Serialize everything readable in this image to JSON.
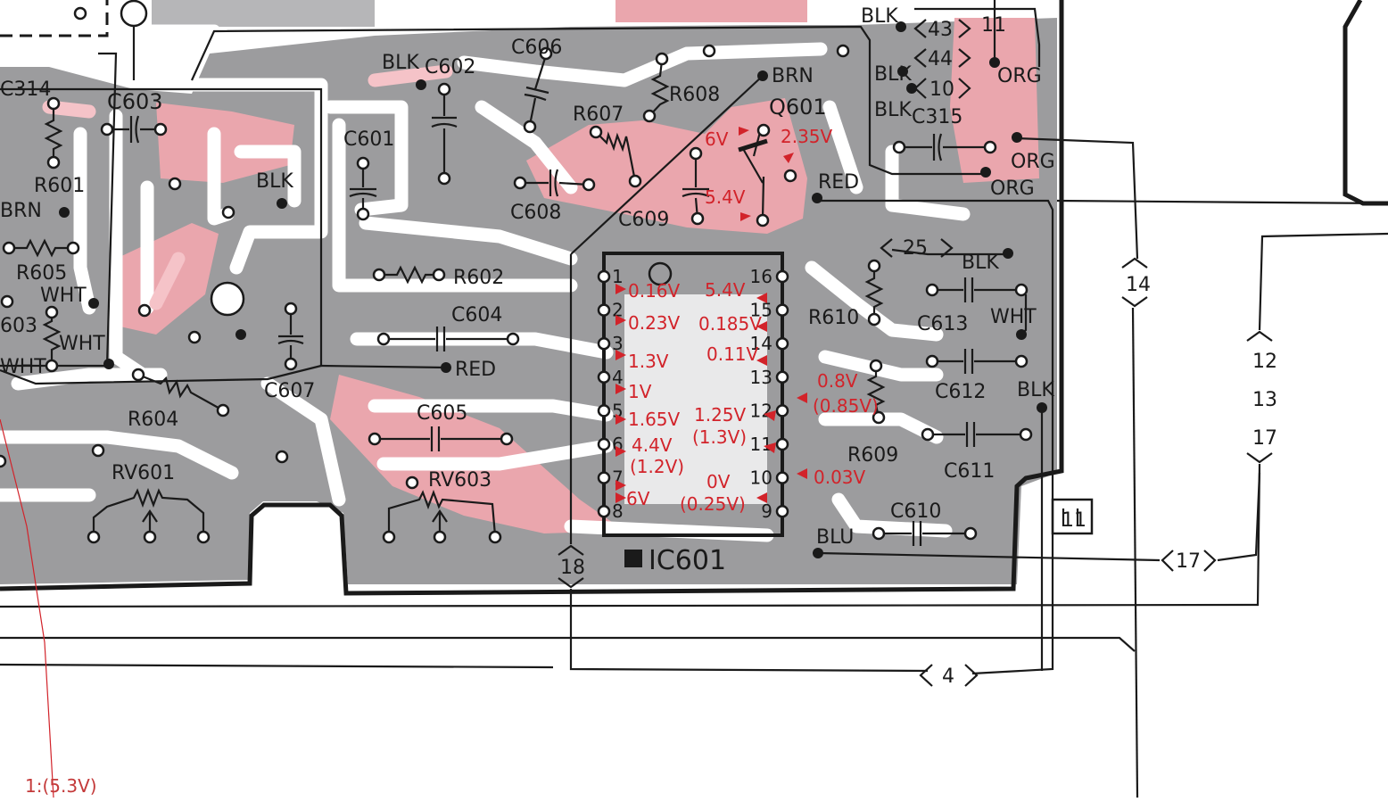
{
  "colors": {
    "gray_area": "#9c9c9e",
    "pink_area": "#eaa6ad",
    "trace_white": "#ffffff",
    "ink": "#1a1a1a",
    "voltage_red": "#d2232a",
    "background": "#ffffff"
  },
  "ic": {
    "name": "IC601",
    "pins_left": [
      "1",
      "2",
      "3",
      "4",
      "5",
      "6",
      "7",
      "8"
    ],
    "pins_right": [
      "16",
      "15",
      "14",
      "13",
      "12",
      "11",
      "10",
      "9"
    ]
  },
  "voltages": {
    "p1": "0.16V",
    "p2": "0.23V",
    "p3": "1.3V",
    "p4": "1V",
    "p5": "1.65V",
    "p6": "4.4V",
    "p7": "(1.2V)",
    "p8": "6V",
    "p16": "5.4V",
    "p15": "0.185V",
    "p14": "0.11V",
    "p12": "1.25V",
    "p11": "(1.3V)",
    "p9a": "0V",
    "p9b": "(0.25V)",
    "r609a": "0.8V",
    "r609b": "(0.85V)",
    "p10": "0.03V",
    "q601_b": "6V",
    "q601_c": "2.35V",
    "q601_e": "5.4V"
  },
  "components": {
    "c314": "C314",
    "c603": "C603",
    "r601": "R601",
    "r605": "R605",
    "wht1": "WHT",
    "wht2": "WHT",
    "wht3": "WHT",
    "brn1": "BRN",
    "c603b": "603",
    "r604": "R604",
    "rv601": "RV601",
    "c607": "C607",
    "blk1": "BLK",
    "blk2": "BLK",
    "c601": "C601",
    "c602": "C602",
    "c606": "C606",
    "r602": "R602",
    "c604": "C604",
    "red1": "RED",
    "c605": "C605",
    "rv603": "RV603",
    "c608": "C608",
    "r607": "R607",
    "r608": "R608",
    "c609": "C609",
    "q601": "Q601",
    "brn2": "BRN",
    "red2": "RED",
    "blk3": "BLK",
    "blk4": "BLK",
    "blk5": "BLK",
    "c315": "C315",
    "org1": "ORG",
    "org2": "ORG",
    "org3": "ORG",
    "r610": "R610",
    "c613": "C613",
    "c612": "C612",
    "c611": "C611",
    "r609": "R609",
    "blk6": "BLK",
    "wht4": "WHT",
    "blk7": "BLK",
    "c610": "C610",
    "blu": "BLU"
  },
  "connectors": {
    "n43": "43",
    "n44": "44",
    "n10": "10",
    "n11": "11",
    "n25": "25",
    "n14": "14",
    "n12": "12",
    "n13": "13",
    "n17a": "17",
    "n17b": "17",
    "n18": "18",
    "n4": "4",
    "board": "11"
  },
  "footer": {
    "note": "1:(5.3V)"
  }
}
